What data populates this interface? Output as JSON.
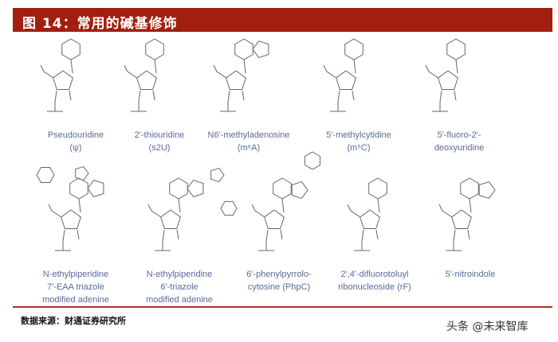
{
  "header": {
    "title": "图 14：常用的碱基修饰"
  },
  "row1": [
    {
      "name": "Pseudouridine",
      "lines": [
        "Pseudouridine",
        "(ψ)"
      ]
    },
    {
      "name": "2'-thiouridine",
      "lines": [
        "2'-thiouridine",
        "(s2U)"
      ]
    },
    {
      "name": "N6'-methyladenosine",
      "lines": [
        "N6'-methyladenosine",
        "(m⁶A)"
      ]
    },
    {
      "name": "5'-methylcytidine",
      "lines": [
        "5'-methylcytidine",
        "(m⁵C)"
      ]
    },
    {
      "name": "5'-fluoro-2'-deoxyuridine",
      "lines": [
        "5'-fluoro-2'-",
        "deoxyuridine"
      ]
    }
  ],
  "row2": [
    {
      "name": "N-ethylpiperidine 7'-EAA triazole modified adenine",
      "lines": [
        "N-ethylpiperidine",
        "7'-EAA triazole",
        "modified adenine"
      ]
    },
    {
      "name": "N-ethylpiperidine 6'-triazole modified adenine",
      "lines": [
        "N-ethylpiperidine",
        "6'-triazole",
        "modified adenine"
      ]
    },
    {
      "name": "6'-phenylpyrrolo-cytosine",
      "lines": [
        "6'-phenylpyrrolo-",
        "cytosine (PhpC)"
      ]
    },
    {
      "name": "2',4'-difluorotoluyl ribonucleoside",
      "lines": [
        "2',4'-difluorotoluyl",
        "ribonucleoside (rF)"
      ]
    },
    {
      "name": "5'-nitroindole",
      "lines": [
        "5'-nitroindole"
      ]
    }
  ],
  "footer": {
    "source": "数据来源：财通证券研究所",
    "watermark": "头条 @未来智库"
  },
  "colors": {
    "header": "#a21f10",
    "label": "#5a6a9a",
    "structure": "#666666"
  }
}
